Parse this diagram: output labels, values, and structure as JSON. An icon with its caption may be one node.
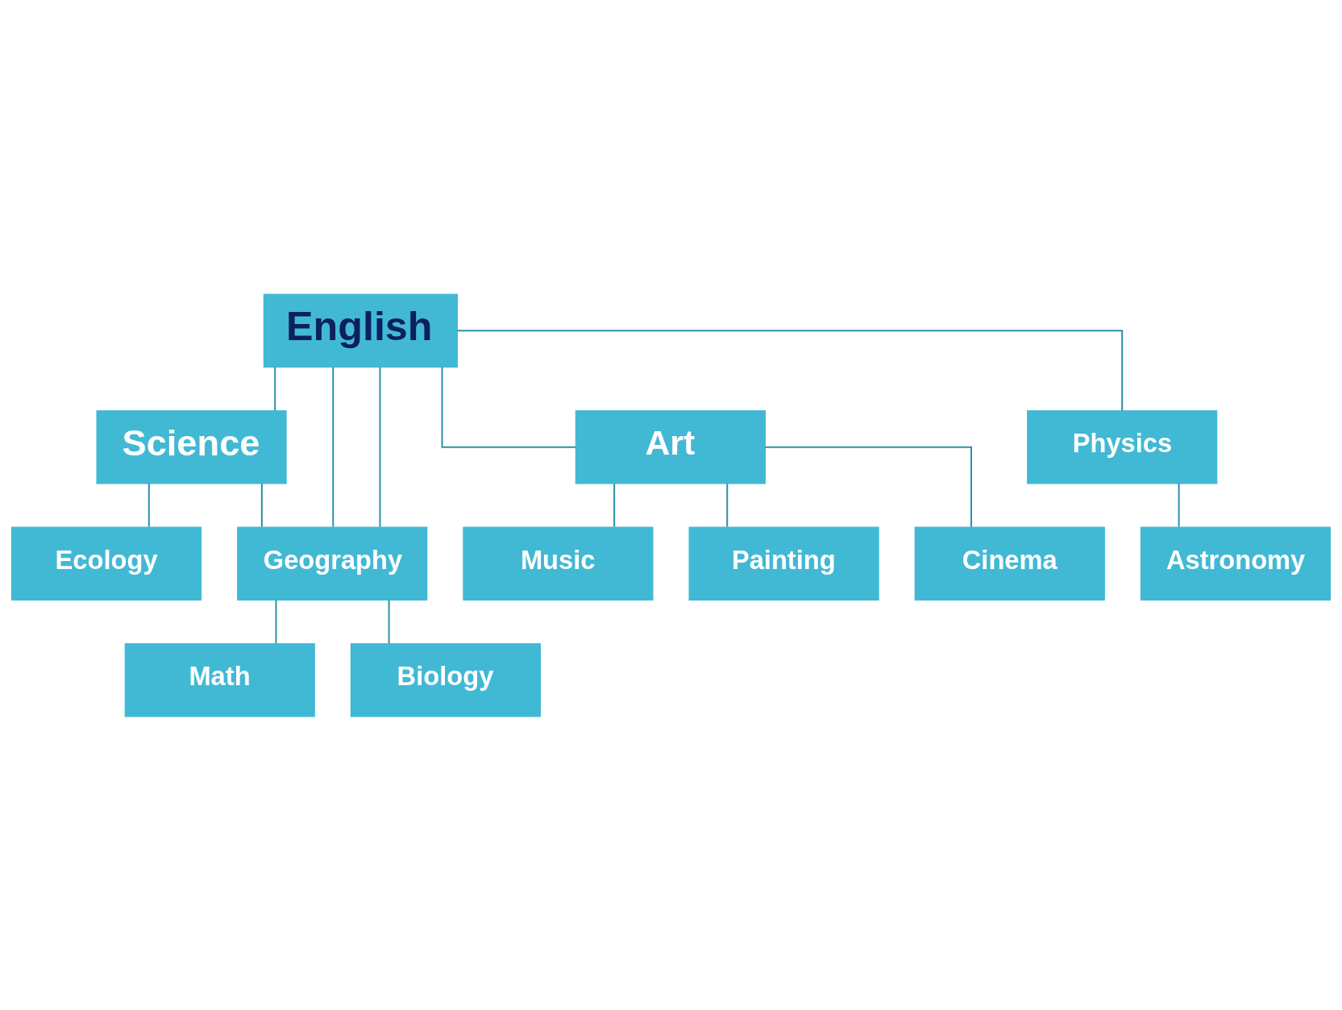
{
  "diagram": {
    "nodes": [
      {
        "text": [
          "English"
        ]
      },
      {
        "text": [
          "Science"
        ]
      },
      {
        "text": [
          "Ecology"
        ]
      },
      {
        "text": [
          "Art"
        ]
      },
      {
        "text": [
          "Math"
        ]
      },
      {
        "text": [
          "Geography"
        ]
      },
      {
        "text": [
          "Music"
        ]
      },
      {
        "text": [
          "Physics"
        ]
      },
      {
        "text": [
          "Biology"
        ]
      },
      {
        "text": [
          "Painting"
        ]
      },
      {
        "text": [
          "Astronomy"
        ]
      },
      {
        "text": [
          "Cinema"
        ]
      }
    ],
    "edges": [
      {
        "from": 0,
        "to": 1,
        "arrow": "none"
      },
      {
        "from": 0,
        "to": 3,
        "arrow": "none"
      },
      {
        "from": 0,
        "to": 5,
        "arrow": "none"
      },
      {
        "from": 0,
        "to": 5,
        "arrow": "none"
      },
      {
        "from": 0,
        "to": 7,
        "arrow": "none"
      },
      {
        "from": 1,
        "to": 2,
        "arrow": "none"
      },
      {
        "from": 1,
        "to": 5,
        "arrow": "none"
      },
      {
        "from": 5,
        "to": 4,
        "arrow": "none"
      },
      {
        "from": 5,
        "to": 8,
        "arrow": "none"
      },
      {
        "from": 3,
        "to": 6,
        "arrow": "none"
      },
      {
        "from": 3,
        "to": 9,
        "arrow": "none"
      },
      {
        "from": 3,
        "to": 11,
        "arrow": "none"
      },
      {
        "from": 7,
        "to": 10,
        "arrow": "none"
      }
    ]
  }
}
